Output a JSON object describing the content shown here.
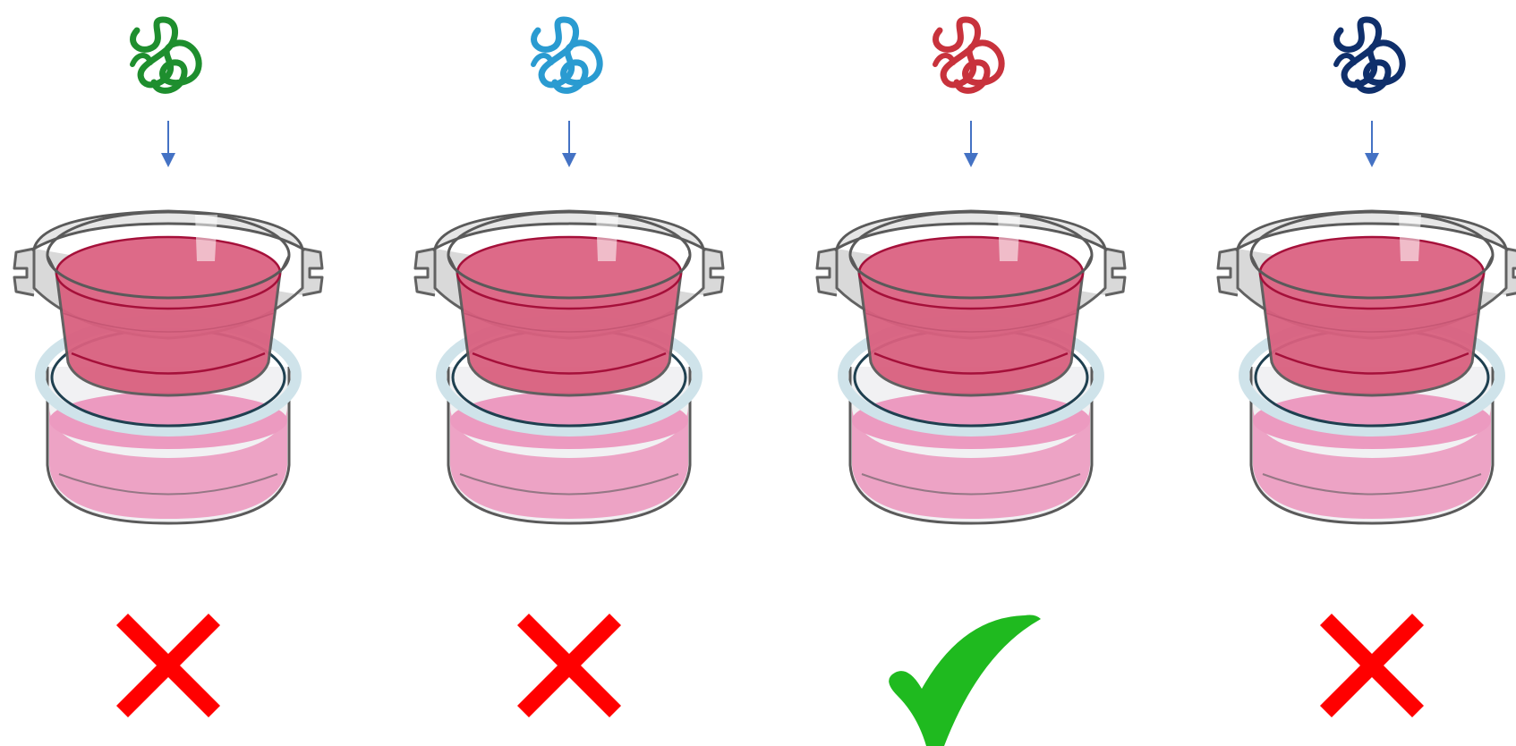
{
  "figure": {
    "columns": [
      {
        "protein_icon": "squiggle-protein-icon",
        "protein_color": "#1e8e2e",
        "arrow_icon": "down-arrow-icon",
        "vessel_icon": "transwell-insert-icon",
        "result_icon": "cross-mark-icon",
        "result": "fail"
      },
      {
        "protein_icon": "squiggle-protein-icon",
        "protein_color": "#2a9bd1",
        "arrow_icon": "down-arrow-icon",
        "vessel_icon": "transwell-insert-icon",
        "result_icon": "cross-mark-icon",
        "result": "fail"
      },
      {
        "protein_icon": "squiggle-protein-icon",
        "protein_color": "#c8323c",
        "arrow_icon": "down-arrow-icon",
        "vessel_icon": "transwell-insert-icon",
        "result_icon": "check-mark-icon",
        "result": "pass"
      },
      {
        "protein_icon": "squiggle-protein-icon",
        "protein_color": "#0f2f6b",
        "arrow_icon": "down-arrow-icon",
        "vessel_icon": "transwell-insert-icon",
        "result_icon": "cross-mark-icon",
        "result": "fail"
      }
    ],
    "colors": {
      "arrow": "#4472c4",
      "cross": "#ff0000",
      "check": "#1fba1f",
      "medium_insert": "#d9607f",
      "medium_well": "#ec9ac0",
      "plastic_outline": "#5a5a5a",
      "plastic_fill": "#d8d8d8",
      "ring": "#cfe3ea",
      "ring_inner": "#1f4050"
    }
  }
}
